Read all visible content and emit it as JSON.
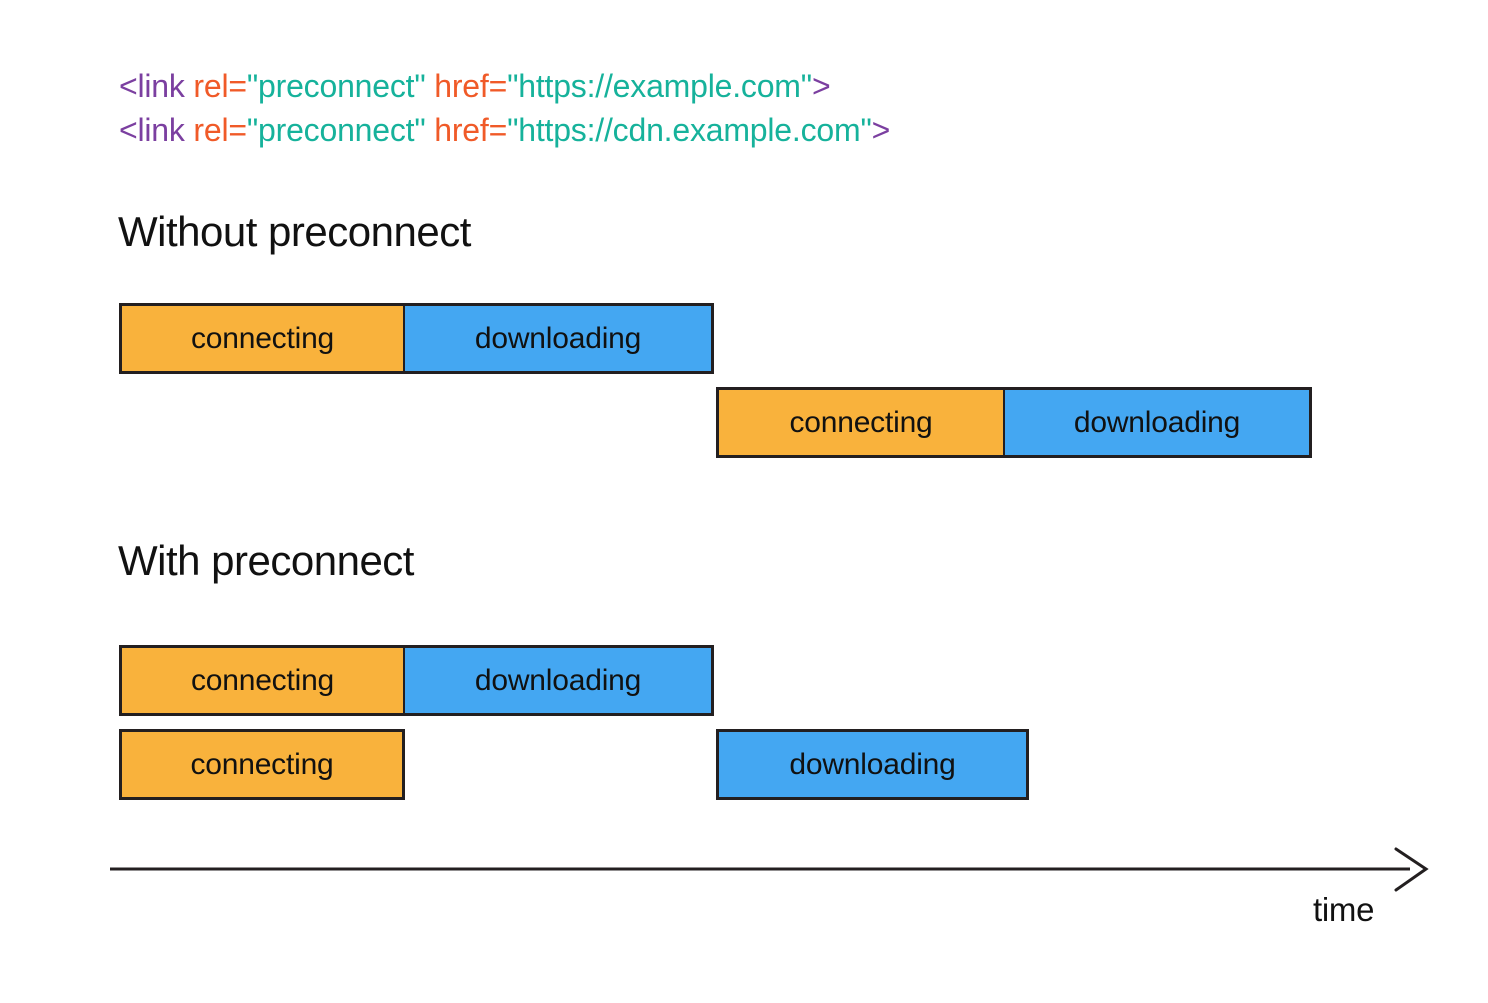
{
  "code": {
    "lines": [
      {
        "tag_open": "<link",
        "attr1": " rel=",
        "value1": "\"preconnect\"",
        "attr2": " href=",
        "value2": "\"https://example.com\"",
        "tag_close": ">"
      },
      {
        "tag_open": "<link",
        "attr1": " rel=",
        "value1": "\"preconnect\"",
        "attr2": " href=",
        "value2": "\"https://cdn.example.com\"",
        "tag_close": ">"
      }
    ]
  },
  "sections": {
    "without": {
      "heading": "Without preconnect"
    },
    "with": {
      "heading": "With preconnect"
    }
  },
  "labels": {
    "connecting": "connecting",
    "downloading": "downloading",
    "time": "time"
  },
  "colors": {
    "connecting": "#F9B23C",
    "downloading": "#44A7F2",
    "border": "#231f20",
    "tag": "#7B3FA0",
    "attribute": "#F05A28",
    "string": "#16B29B",
    "text": "#111111",
    "background": "#ffffff"
  },
  "chart_data": {
    "type": "bar",
    "title": "Without preconnect vs With preconnect request timelines",
    "xlabel": "time",
    "ylabel": "",
    "grid": false,
    "legend": [
      "connecting",
      "downloading"
    ],
    "legend_position": "none",
    "groups": [
      {
        "name": "Without preconnect",
        "rows": [
          {
            "resource": "example.com",
            "segments": [
              {
                "label": "connecting",
                "start": 0,
                "end": 286
              },
              {
                "label": "downloading",
                "start": 286,
                "end": 595
              }
            ]
          },
          {
            "resource": "cdn.example.com",
            "segments": [
              {
                "label": "connecting",
                "start": 597,
                "end": 886
              },
              {
                "label": "downloading",
                "start": 886,
                "end": 1193
              }
            ]
          }
        ]
      },
      {
        "name": "With preconnect",
        "rows": [
          {
            "resource": "example.com",
            "segments": [
              {
                "label": "connecting",
                "start": 0,
                "end": 286
              },
              {
                "label": "downloading",
                "start": 286,
                "end": 595
              }
            ]
          },
          {
            "resource": "cdn.example.com",
            "segments": [
              {
                "label": "connecting",
                "start": 0,
                "end": 286
              },
              {
                "label": "downloading",
                "start": 597,
                "end": 910
              }
            ]
          }
        ]
      }
    ]
  }
}
